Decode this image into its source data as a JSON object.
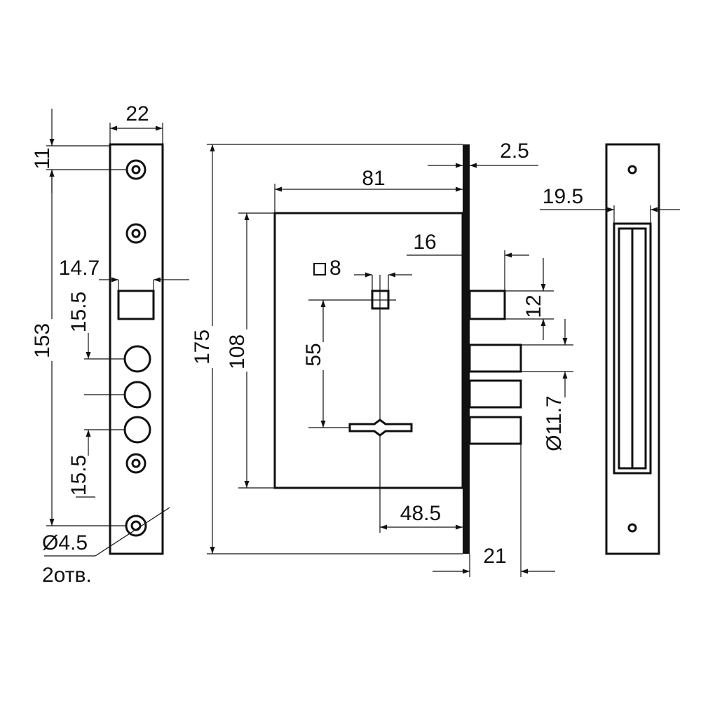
{
  "dimensions": {
    "faceplate_width": "22",
    "top_offset": "11",
    "faceplate_length": "153",
    "slot_width": "14.7",
    "spacing_upper": "15.5",
    "spacing_lower": "15.5",
    "hole_diameter": "Ø4.5",
    "hole_count": "2отв.",
    "overall_height": "175",
    "case_width": "81",
    "plate_thickness": "2.5",
    "case_height": "108",
    "spindle_square": "8",
    "centre_distance": "55",
    "backset": "48.5",
    "latch_projection": "16",
    "latch_height": "12",
    "bolt_diameter": "Ø11.7",
    "bolt_throw": "21",
    "strike_width": "19.5"
  }
}
